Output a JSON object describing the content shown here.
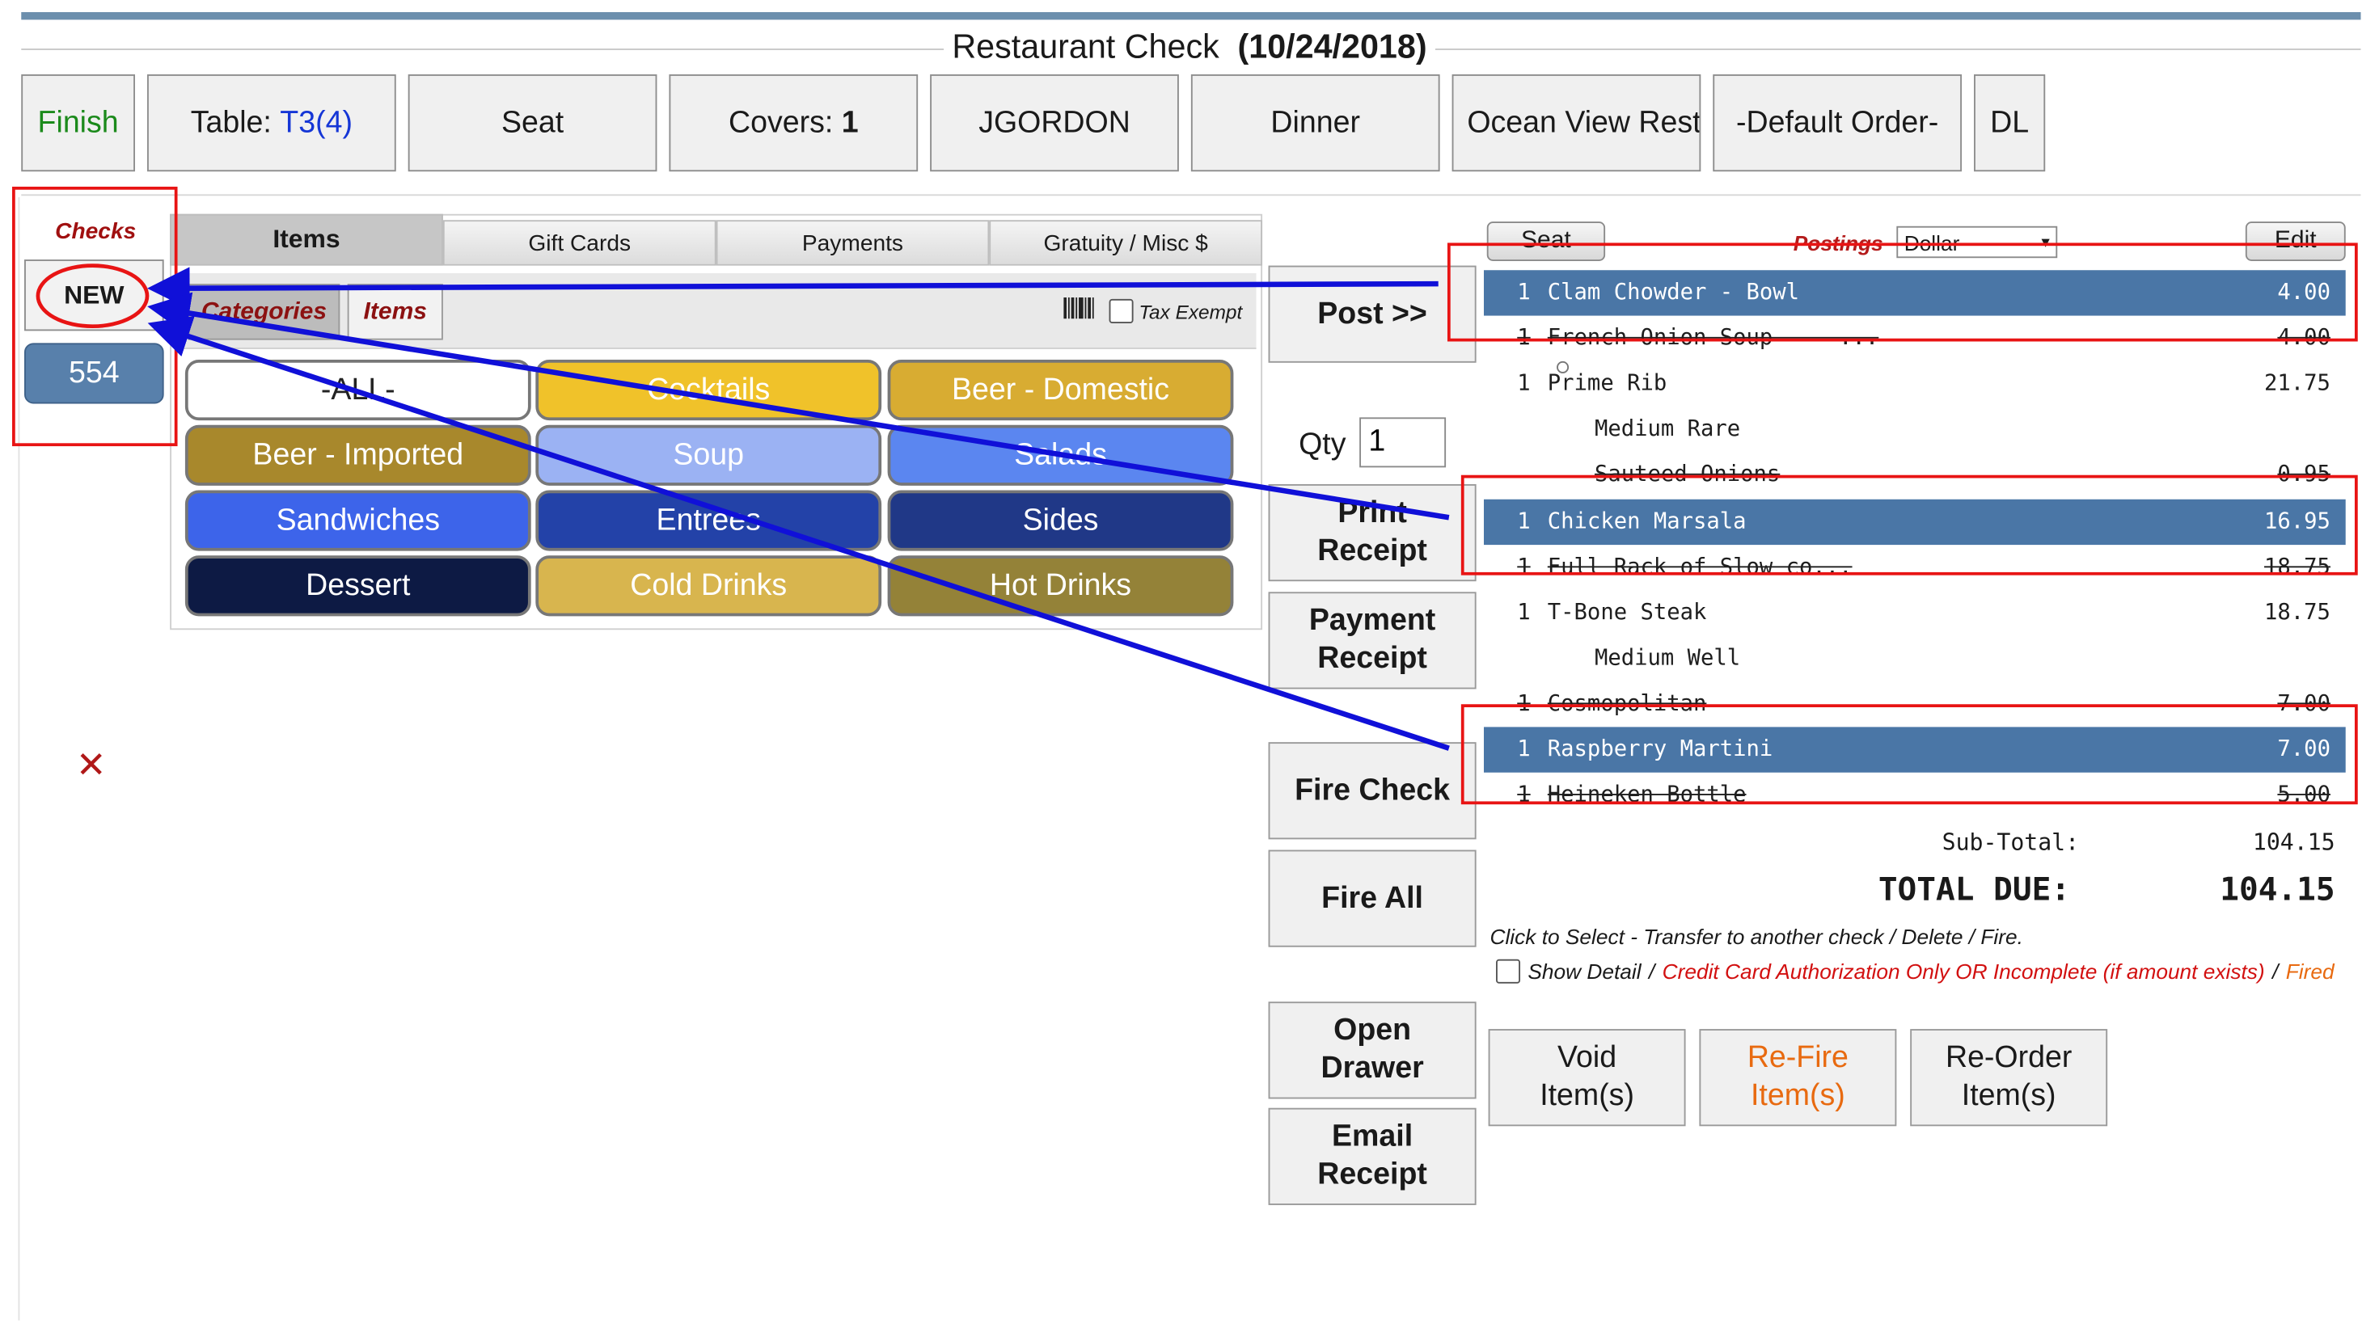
{
  "header": {
    "title": "Restaurant Check",
    "date": "(10/24/2018)"
  },
  "toolbar": {
    "finish": "Finish",
    "table_label": "Table:",
    "table_value": "T3(4)",
    "seat": "Seat",
    "covers_label": "Covers:",
    "covers_value": "1",
    "server": "JGORDON",
    "meal_period": "Dinner",
    "restaurant": "Ocean View Restaurant",
    "order_type": "-Default Order-",
    "dl": "DL"
  },
  "checks": {
    "label": "Checks",
    "new": "NEW",
    "items": [
      "554"
    ]
  },
  "menu": {
    "tabs": [
      "Items",
      "Gift Cards",
      "Payments",
      "Gratuity / Misc $"
    ],
    "subtabs": [
      "Categories",
      "Items"
    ],
    "tax_exempt": "Tax Exempt",
    "categories": [
      {
        "label": "-ALL-",
        "bg": "#ffffff",
        "fg": "#222222"
      },
      {
        "label": "Cocktails",
        "bg": "#f0c22a",
        "fg": "#ffffff"
      },
      {
        "label": "Beer - Domestic",
        "bg": "#d8ac32",
        "fg": "#ffffff"
      },
      {
        "label": "Beer - Imported",
        "bg": "#a8882c",
        "fg": "#ffffff"
      },
      {
        "label": "Soup",
        "bg": "#9bb2f3",
        "fg": "#ffffff"
      },
      {
        "label": "Salads",
        "bg": "#5b86f0",
        "fg": "#ffffff"
      },
      {
        "label": "Sandwiches",
        "bg": "#3d64ea",
        "fg": "#ffffff"
      },
      {
        "label": "Entrees",
        "bg": "#2342a8",
        "fg": "#ffffff"
      },
      {
        "label": "Sides",
        "bg": "#203887",
        "fg": "#ffffff"
      },
      {
        "label": "Dessert",
        "bg": "#0d1a44",
        "fg": "#ffffff"
      },
      {
        "label": "Cold Drinks",
        "bg": "#d8b54e",
        "fg": "#ffffff"
      },
      {
        "label": "Hot Drinks",
        "bg": "#948238",
        "fg": "#ffffff"
      }
    ]
  },
  "actions": {
    "post": "Post >>",
    "qty_label": "Qty",
    "qty_value": "1",
    "print_receipt": "Print\nReceipt",
    "payment_receipt": "Payment\nReceipt",
    "fire_check": "Fire Check",
    "fire_all": "Fire All",
    "open_drawer": "Open\nDrawer",
    "email_receipt": "Email\nReceipt"
  },
  "check_panel": {
    "seat_button": "Seat",
    "postings_label": "Postings",
    "postings_value": "Dollar",
    "edit_button": "Edit",
    "lines": [
      {
        "qty": "1",
        "desc": "Clam Chowder - Bowl",
        "price": "4.00",
        "selected": true,
        "strike": false,
        "sub": false
      },
      {
        "qty": "1",
        "desc": "French Onion Soup     ...",
        "price": "4.00",
        "selected": false,
        "strike": true,
        "sub": false
      },
      {
        "qty": "1",
        "desc": "Prime Rib",
        "price": "21.75",
        "selected": false,
        "strike": false,
        "sub": false
      },
      {
        "qty": "",
        "desc": "Medium Rare",
        "price": "",
        "selected": false,
        "strike": false,
        "sub": true
      },
      {
        "qty": "",
        "desc": "Sauteed Onions",
        "price": "0.95",
        "selected": false,
        "strike": true,
        "sub": true
      },
      {
        "qty": "1",
        "desc": "Chicken Marsala",
        "price": "16.95",
        "selected": true,
        "strike": false,
        "sub": false
      },
      {
        "qty": "1",
        "desc": "Full Rack of Slow co...",
        "price": "18.75",
        "selected": false,
        "strike": true,
        "sub": false
      },
      {
        "qty": "1",
        "desc": "T-Bone Steak",
        "price": "18.75",
        "selected": false,
        "strike": false,
        "sub": false
      },
      {
        "qty": "",
        "desc": "Medium Well",
        "price": "",
        "selected": false,
        "strike": false,
        "sub": true
      },
      {
        "qty": "1",
        "desc": "Cosmopolitan",
        "price": "7.00",
        "selected": false,
        "strike": true,
        "sub": false
      },
      {
        "qty": "1",
        "desc": "Raspberry Martini",
        "price": "7.00",
        "selected": true,
        "strike": false,
        "sub": false
      },
      {
        "qty": "1",
        "desc": "Heineken Bottle",
        "price": "5.00",
        "selected": false,
        "strike": true,
        "sub": false
      }
    ],
    "subtotal_label": "Sub-Total:",
    "subtotal_value": "104.15",
    "total_label": "TOTAL DUE:",
    "total_value": "104.15",
    "hint": "Click to Select - Transfer to another check / Delete / Fire.",
    "show_detail": "Show Detail",
    "sep": "/",
    "cc_auth": "Credit Card Authorization Only OR Incomplete (if amount exists)",
    "fired": "Fired"
  },
  "item_actions": {
    "void": "Void\nItem(s)",
    "refire": "Re-Fire\nItem(s)",
    "reorder": "Re-Order\nItem(s)"
  },
  "colors": {
    "selected_row": "#4a76a6",
    "annotation_red": "#e81414",
    "annotation_blue": "#1010d8"
  }
}
